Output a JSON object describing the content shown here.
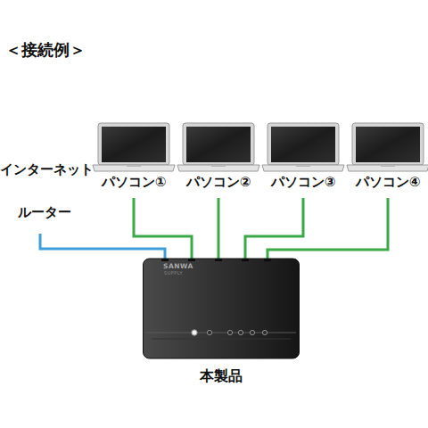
{
  "diagram": {
    "title": "＜接続例＞",
    "nodes": [
      {
        "text": [
          "インターネット ルーター"
        ]
      },
      {
        "text": [
          "パソコン①"
        ]
      },
      {
        "text": [
          "パソコン②"
        ]
      },
      {
        "text": [
          "パソコン③"
        ]
      },
      {
        "text": [
          "パソコン④"
        ]
      },
      {
        "text": [
          "本製品"
        ]
      }
    ],
    "edges": [
      {
        "from": 0,
        "to": 5,
        "arrow": "none"
      },
      {
        "from": 1,
        "to": 5,
        "arrow": "none"
      },
      {
        "from": 2,
        "to": 5,
        "arrow": "none"
      },
      {
        "from": 3,
        "to": 5,
        "arrow": "none"
      },
      {
        "from": 4,
        "to": 5,
        "arrow": "none"
      }
    ],
    "labels": [
      "SANWA",
      "SUPPLY"
    ]
  }
}
